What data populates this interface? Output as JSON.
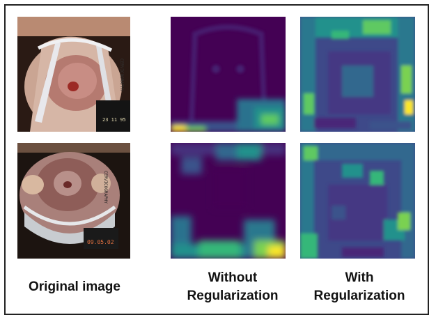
{
  "columns": [
    {
      "label_lines": [
        "Original image"
      ]
    },
    {
      "label_lines": [
        "Without",
        "Regularization"
      ]
    },
    {
      "label_lines": [
        "With",
        "Regularization"
      ]
    }
  ],
  "rows": [
    {
      "original": "colposcopy-image-1",
      "without": "attention-map-sparse-1",
      "with": "attention-map-dense-1"
    },
    {
      "original": "colposcopy-image-2",
      "without": "attention-map-sparse-2",
      "with": "attention-map-dense-2"
    }
  ],
  "colors": {
    "viridis_low": "#440154",
    "viridis_mid_low": "#3b528b",
    "viridis_mid": "#21918c",
    "viridis_mid_high": "#5ec962",
    "viridis_high": "#fde725",
    "border": "#222222"
  }
}
